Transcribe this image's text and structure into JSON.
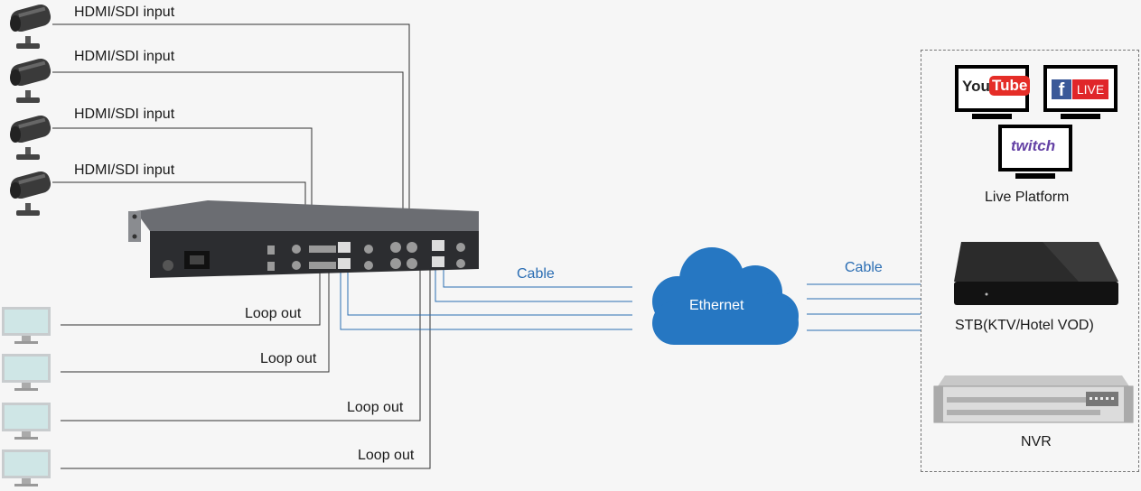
{
  "inputs": [
    {
      "label": "HDMI/SDI input"
    },
    {
      "label": "HDMI/SDI input"
    },
    {
      "label": "HDMI/SDI input"
    },
    {
      "label": "HDMI/SDI input"
    }
  ],
  "outputs": [
    {
      "label": "Loop out"
    },
    {
      "label": "Loop out"
    },
    {
      "label": "Loop out"
    },
    {
      "label": "Loop out"
    }
  ],
  "cable_left": "Cable",
  "cable_right": "Cable",
  "network": "Ethernet",
  "live_platform": {
    "label": "Live Platform",
    "youtube": {
      "you": "You",
      "tube": "Tube"
    },
    "facebook": {
      "logo": "f",
      "live": "LIVE"
    },
    "twitch": "twitch"
  },
  "stb_label": "STB(KTV/Hotel VOD)",
  "nvr_label": "NVR",
  "colors": {
    "line_dark": "#333333",
    "line_blue": "#2a6db3",
    "cloud": "#2677c2"
  }
}
